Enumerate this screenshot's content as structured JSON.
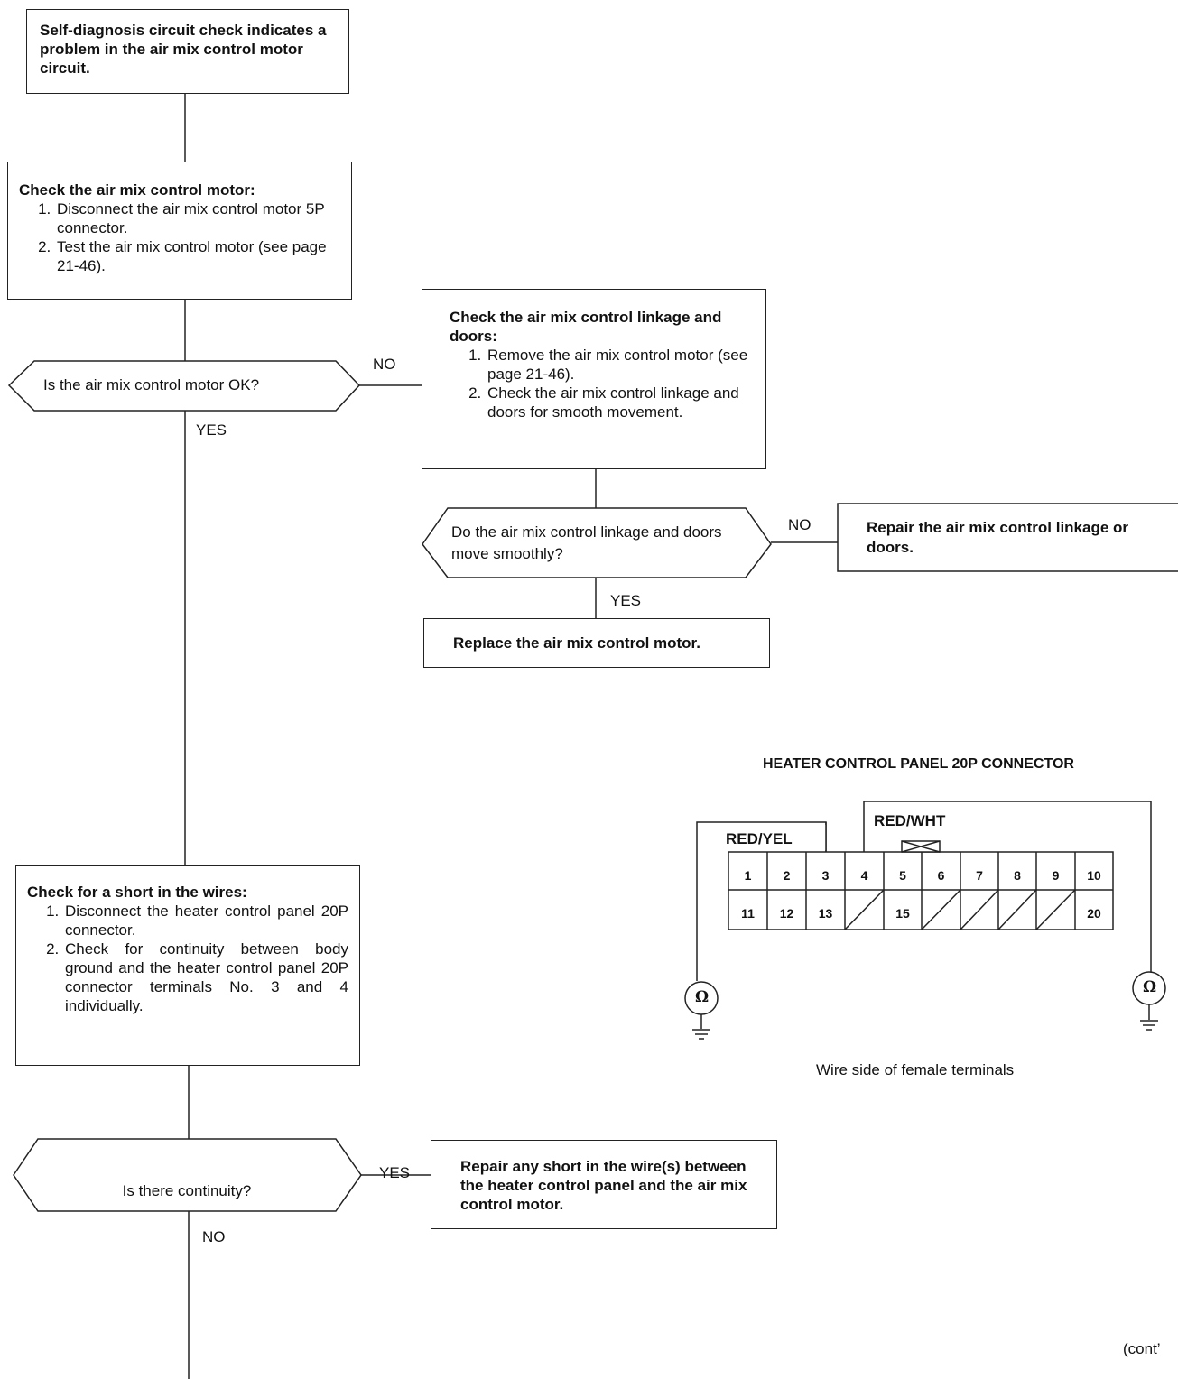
{
  "box_start": {
    "text": "Self-diagnosis circuit check indicates a problem in the air mix control motor circuit."
  },
  "box_check_motor": {
    "title": "Check the air mix control motor:",
    "steps": [
      "Disconnect the air mix control motor 5P connector.",
      "Test the air mix control motor (see page 21-46)."
    ]
  },
  "decision_motor_ok": {
    "question": "Is the air mix control motor OK?",
    "yes": "YES",
    "no": "NO"
  },
  "box_check_linkage": {
    "title": "Check the air mix control linkage and doors:",
    "steps": [
      "Remove the air mix control motor (see page 21-46).",
      "Check the air mix control linkage and doors for smooth movement."
    ]
  },
  "decision_linkage_smooth": {
    "question": "Do the air mix control linkage and doors move smoothly?",
    "yes": "YES",
    "no": "NO"
  },
  "box_repair_linkage": {
    "text": "Repair the air mix control linkage or doors."
  },
  "box_replace_motor": {
    "text": "Replace the air mix control motor."
  },
  "box_check_short": {
    "title": "Check for a short in the wires:",
    "steps": [
      "Disconnect the heater control panel 20P connector.",
      "Check for continuity between body ground and the heater control panel 20P connector terminals No. 3 and 4 individually."
    ]
  },
  "decision_continuity": {
    "question": "Is there continuity?",
    "yes": "YES",
    "no": "NO"
  },
  "box_repair_short": {
    "text": "Repair any short in the wire(s) between the heater control panel and the air mix control motor."
  },
  "connector": {
    "title": "HEATER CONTROL PANEL 20P CONNECTOR",
    "wire_left": "RED/YEL",
    "wire_right": "RED/WHT",
    "row1": [
      "1",
      "2",
      "3",
      "4",
      "5",
      "6",
      "7",
      "8",
      "9",
      "10"
    ],
    "row2": [
      "11",
      "12",
      "13",
      "",
      "15",
      "",
      "",
      "",
      "",
      "20"
    ],
    "meter_symbol": "Ω",
    "caption": "Wire side of female terminals"
  },
  "footer": {
    "cont": "(cont’"
  }
}
